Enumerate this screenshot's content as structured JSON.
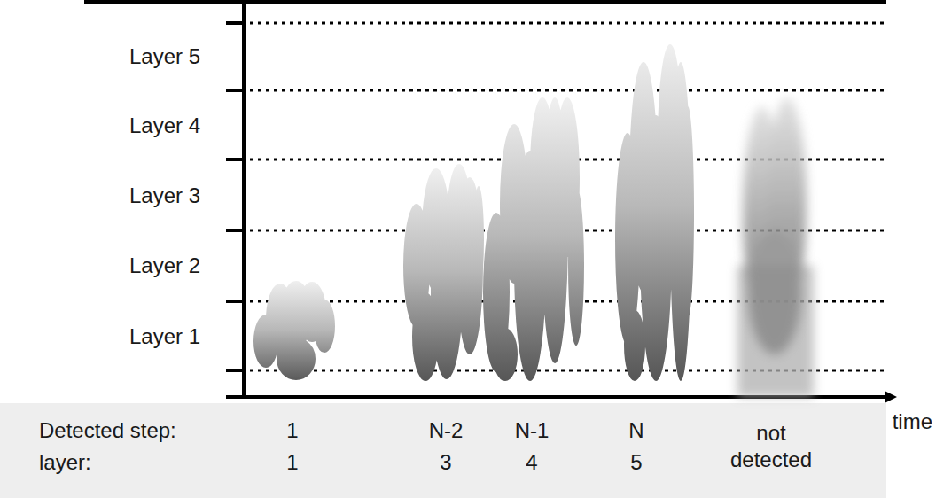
{
  "diagram": {
    "labels": [
      "Layer 5",
      "Layer 4",
      "Layer 3",
      "Layer 2",
      "Layer 1",
      "time",
      "Detected step:",
      "1",
      "N-2",
      "N-1",
      "N",
      "not detected",
      "layer:",
      "1",
      "3",
      "4",
      "5"
    ]
  }
}
